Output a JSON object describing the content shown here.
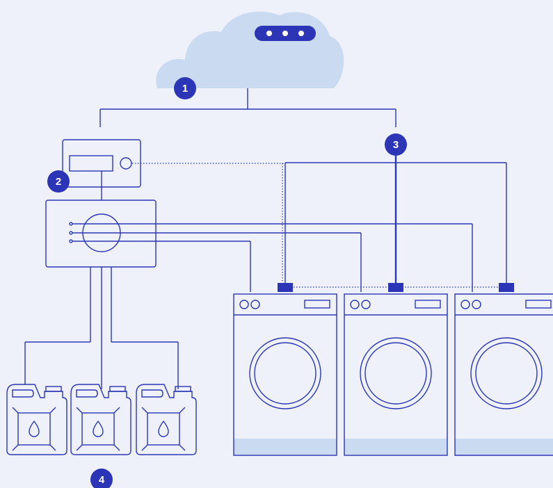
{
  "colors": {
    "background": "#eef1f9",
    "line": "#2b35b5",
    "badge": "#2b35b5",
    "cloud": "#c9daf1",
    "water": "#c9daf1"
  },
  "badges": [
    {
      "id": "cloud",
      "label": "1"
    },
    {
      "id": "controller",
      "label": "2"
    },
    {
      "id": "machines",
      "label": "3"
    },
    {
      "id": "detergent",
      "label": "4"
    }
  ],
  "icons": {
    "cloud": "cloud-icon",
    "more": "more-dots-icon",
    "controller": "controller-icon",
    "dosing_unit": "dosing-pump-icon",
    "canister": "detergent-canister-icon",
    "washer": "washing-machine-icon"
  }
}
